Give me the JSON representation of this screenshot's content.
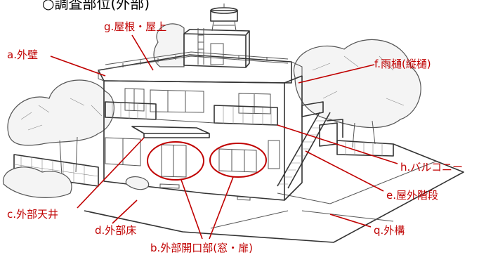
{
  "title": "○調査部位(外部)",
  "labels": {
    "roof": "g.屋根・屋上",
    "wall": "a.外壁",
    "gutter": "f.雨樋(縦樋)",
    "balcony": "h.バルコニー",
    "ext_stairs": "e.屋外階段",
    "ceiling": "c.外部天井",
    "floor": "d.外部床",
    "fence": "q.外構",
    "openings": "b.外部開口部(窓・扉)"
  },
  "colors": {
    "label": "#c00000",
    "sketch": "#333333"
  }
}
